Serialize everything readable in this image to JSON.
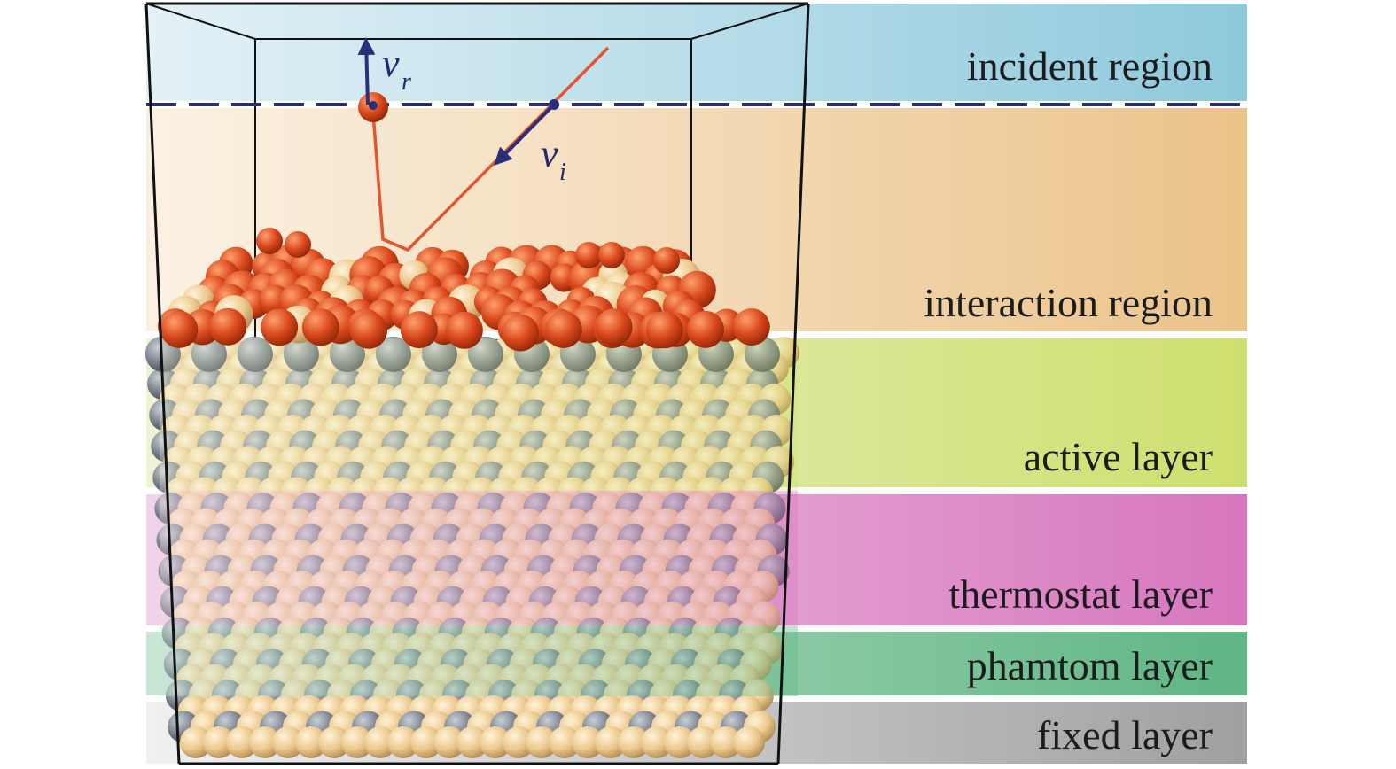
{
  "regions": [
    {
      "key": "incident",
      "label": "incident region",
      "color_light": "#e4f1f7",
      "color": "#8ec9dc"
    },
    {
      "key": "interaction",
      "label": "interaction region",
      "color_light": "#fbf1e3",
      "color": "#ebc38a"
    },
    {
      "key": "active",
      "label": "active layer",
      "color_light": "#eef3d4",
      "color": "#cfdf6e"
    },
    {
      "key": "thermostat",
      "label": "thermostat layer",
      "color_light": "#f2d3e7",
      "color": "#d776be"
    },
    {
      "key": "phantom",
      "label": "phamtom layer",
      "color_light": "#c8e6d4",
      "color": "#5fb584"
    },
    {
      "key": "fixed",
      "label": "fixed layer",
      "color_light": "#f0f0f0",
      "color": "#9fa0a2"
    }
  ],
  "velocities": {
    "reflected": {
      "symbol": "v",
      "subscript": "r"
    },
    "incident": {
      "symbol": "v",
      "subscript": "i"
    }
  },
  "colors": {
    "box_edge": "#111111",
    "boundary_dash": "#27306b",
    "trajectory": "#e2562c",
    "arrow": "#2a2f7a",
    "adsorbate": "#d9481c",
    "atom_light": "#ecc98e",
    "atom_dark": "#7d8690"
  }
}
